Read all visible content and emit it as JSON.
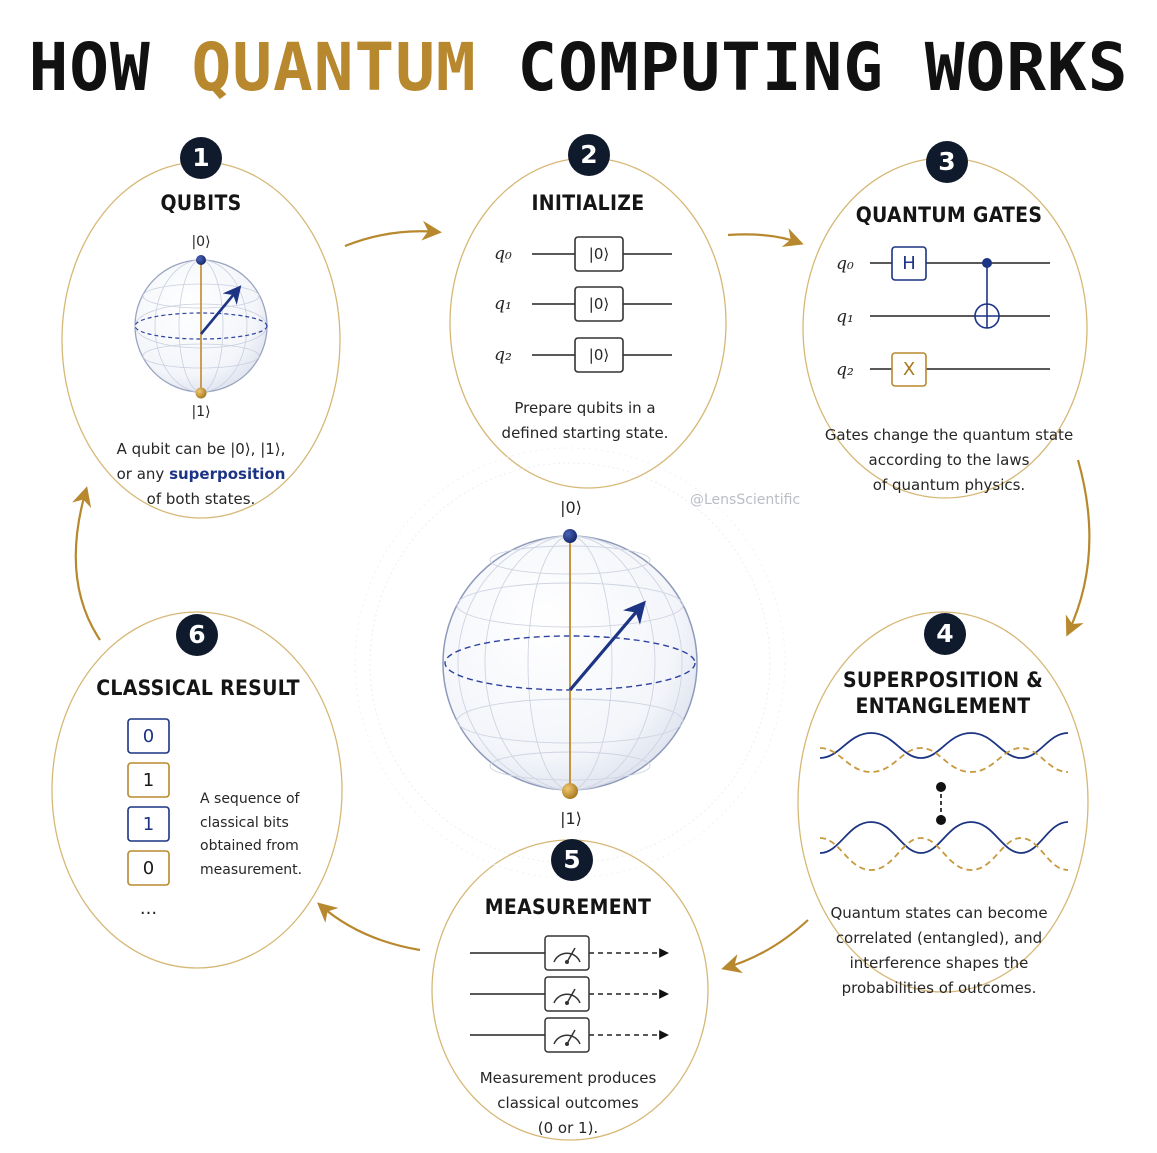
{
  "title": {
    "pre": "HOW ",
    "accent": "QUANTUM",
    "post": " COMPUTING WORKS"
  },
  "colors": {
    "navy": "#1c3483",
    "gold": "#b8882e",
    "dark": "#0f1a2c"
  },
  "watermark": "@LensScientific",
  "center_sphere": {
    "top_label": "|0⟩",
    "bottom_label": "|1⟩"
  },
  "steps": [
    {
      "number": "1",
      "title": "QUBITS",
      "sphere_top": "|0⟩",
      "sphere_bottom": "|1⟩",
      "desc_line1": "A qubit can be |0⟩, |1⟩,",
      "desc_pre": "or any ",
      "desc_highlight": "superposition",
      "desc_line3": "of both states."
    },
    {
      "number": "2",
      "title": "INITIALIZE",
      "qubit_labels": [
        "q₀",
        "q₁",
        "q₂"
      ],
      "gate_label": "|0⟩",
      "desc_line1": "Prepare qubits in a",
      "desc_line2": "defined starting state."
    },
    {
      "number": "3",
      "title": "QUANTUM GATES",
      "qubit_labels": [
        "q₀",
        "q₁",
        "q₂"
      ],
      "gate_h": "H",
      "gate_x": "X",
      "desc_line1": "Gates change the quantum state",
      "desc_line2": "according to the laws",
      "desc_line3": "of quantum physics."
    },
    {
      "number": "4",
      "title_line1": "SUPERPOSITION &",
      "title_line2": "ENTANGLEMENT",
      "desc_line1": "Quantum states can become",
      "desc_line2": "correlated (entangled), and",
      "desc_line3": "interference shapes the",
      "desc_line4": "probabilities of outcomes."
    },
    {
      "number": "5",
      "title": "MEASUREMENT",
      "desc_line1": "Measurement produces",
      "desc_line2": "classical outcomes",
      "desc_line3": "(0 or 1)."
    },
    {
      "number": "6",
      "title": "CLASSICAL RESULT",
      "bits": [
        "0",
        "1",
        "1",
        "0"
      ],
      "ellipsis": "...",
      "desc_line1": "A sequence of",
      "desc_line2": "classical bits",
      "desc_line3": "obtained from",
      "desc_line4": "measurement."
    }
  ]
}
